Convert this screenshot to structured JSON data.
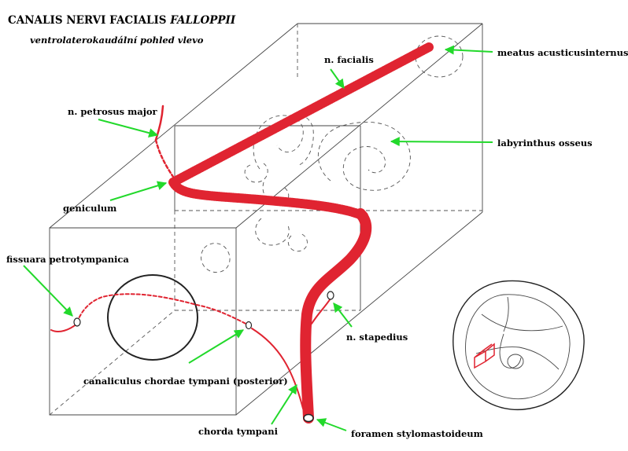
{
  "title": {
    "main": "CANALIS NERVI FACIALIS ",
    "italic": "FALLOPPII",
    "subtitle": "ventrolaterokaudální pohled vlevo"
  },
  "labels": {
    "facialis": "n. facialis",
    "meatus": "meatus acusticusinternus",
    "petrosus": "n. petrosus major",
    "labyrinthus": "labyrinthus osseus",
    "geniculum": "geniculum",
    "fissura": "fissuara petrotympanica",
    "stapedius": "n. stapedius",
    "canaliculus": "canaliculus chordae tympani (posterior)",
    "chorda": "chorda tympani",
    "foramen": "foramen stylomastoideum"
  },
  "colors": {
    "nerve": "#e02431",
    "arrow": "#22d92b",
    "line": "#444444"
  }
}
